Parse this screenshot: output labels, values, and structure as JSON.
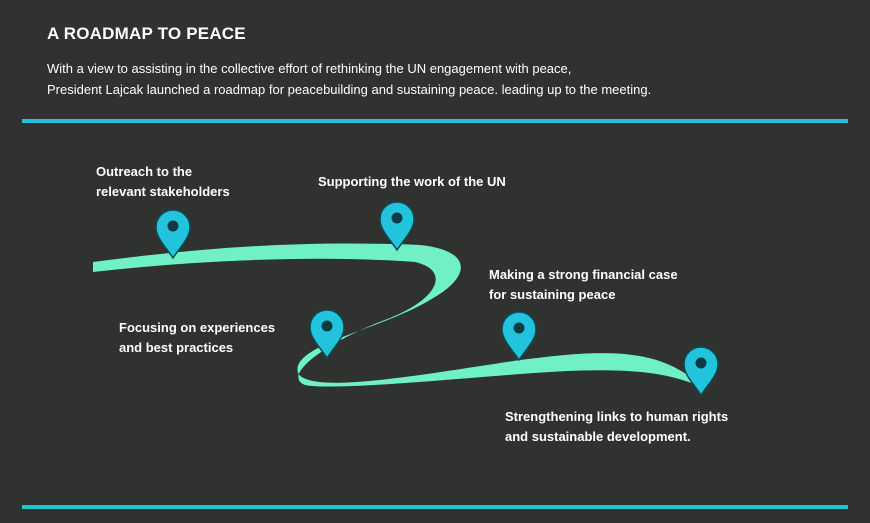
{
  "header": {
    "title": "A ROADMAP TO PEACE",
    "intro_line_1": "With a view to assisting in the collective effort of rethinking the UN engagement with peace,",
    "intro_line_2": "President Lajcak launched a roadmap for peacebuilding and sustaining peace. leading up to the meeting."
  },
  "colors": {
    "background": "#30322f",
    "accent_rule": "#20c4d8",
    "road": "#6ff0c6",
    "pin_fill": "#22c3dc",
    "pin_stroke": "#0d4a55",
    "text": "#ffffff"
  },
  "milestones": [
    {
      "icon": "map-pin-icon",
      "line1": "Outreach to the",
      "line2": "relevant stakeholders"
    },
    {
      "icon": "map-pin-icon",
      "line1": "Supporting the work of the UN",
      "line2": ""
    },
    {
      "icon": "map-pin-icon",
      "line1": "Making a strong financial case",
      "line2": "for sustaining peace"
    },
    {
      "icon": "map-pin-icon",
      "line1": "Focusing on experiences",
      "line2": "and best practices"
    },
    {
      "icon": "map-pin-icon",
      "line1": "Strengthening links to human rights",
      "line2": "and sustainable development."
    }
  ]
}
